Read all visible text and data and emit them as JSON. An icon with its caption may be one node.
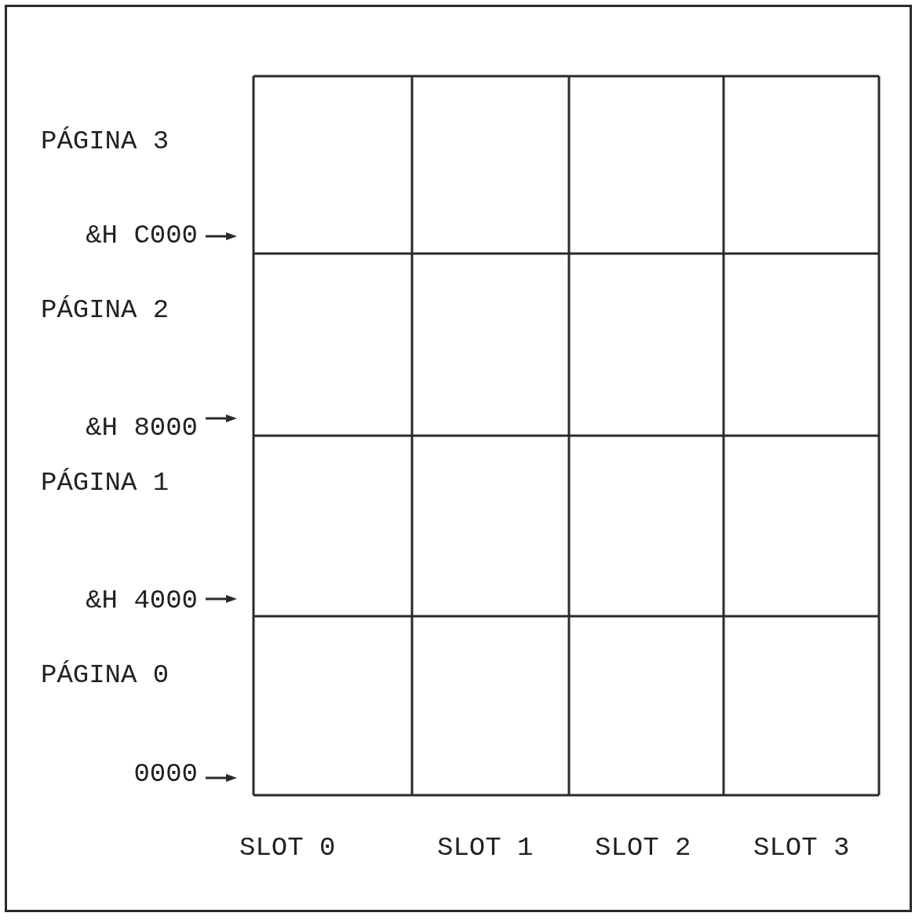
{
  "diagram": {
    "labels": [
      "PÁGINA 3",
      "&H C000",
      "PÁGINA 2",
      "&H 8000",
      "PÁGINA 1",
      "&H 4000",
      "PÁGINA 0",
      "0000",
      "SLOT 0",
      "SLOT 1",
      "SLOT 2",
      "SLOT 3"
    ]
  }
}
